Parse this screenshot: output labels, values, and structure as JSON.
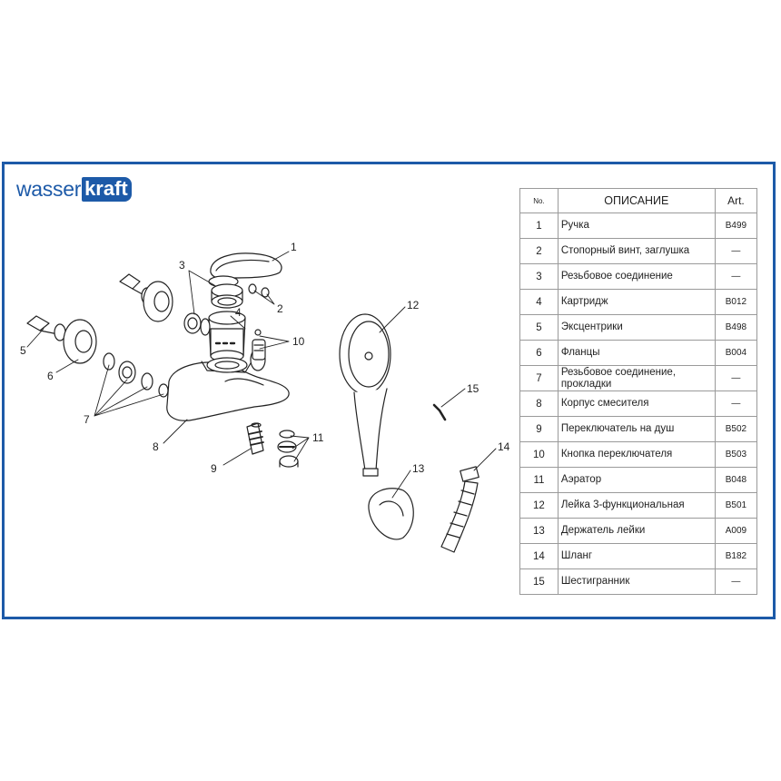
{
  "brand": {
    "part1": "wasser",
    "part2": "kraft"
  },
  "table": {
    "headers": {
      "no": "No.",
      "description": "ОПИСАНИЕ",
      "art": "Art."
    },
    "rows": [
      {
        "no": "1",
        "description": "Ручка",
        "art": "B499"
      },
      {
        "no": "2",
        "description": "Стопорный винт, заглушка",
        "art": "—"
      },
      {
        "no": "3",
        "description": "Резьбовое соединение",
        "art": "—"
      },
      {
        "no": "4",
        "description": "Картридж",
        "art": "B012"
      },
      {
        "no": "5",
        "description": "Эксцентрики",
        "art": "B498"
      },
      {
        "no": "6",
        "description": "Фланцы",
        "art": "B004"
      },
      {
        "no": "7",
        "description": "Резьбовое соединение, прокладки",
        "art": "—"
      },
      {
        "no": "8",
        "description": "Корпус смесителя",
        "art": "—"
      },
      {
        "no": "9",
        "description": "Переключатель на душ",
        "art": "B502"
      },
      {
        "no": "10",
        "description": "Кнопка переключателя",
        "art": "B503"
      },
      {
        "no": "11",
        "description": "Аэратор",
        "art": "B048"
      },
      {
        "no": "12",
        "description": "Лейка 3-функциональная",
        "art": "B501"
      },
      {
        "no": "13",
        "description": "Держатель лейки",
        "art": "A009"
      },
      {
        "no": "14",
        "description": "Шланг",
        "art": "B182"
      },
      {
        "no": "15",
        "description": "Шестигранник",
        "art": "—"
      }
    ]
  },
  "callouts": [
    "1",
    "2",
    "3",
    "4",
    "5",
    "6",
    "7",
    "8",
    "9",
    "10",
    "11",
    "12",
    "13",
    "14",
    "15"
  ],
  "colors": {
    "frame": "#1d5aa8",
    "brand": "#1d5aa8",
    "line": "#222222",
    "grid": "#9a9a9a"
  }
}
